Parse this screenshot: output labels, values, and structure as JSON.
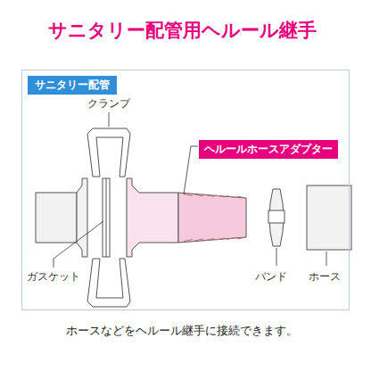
{
  "diagram": {
    "title": "サニタリー配管用ヘルール継手",
    "caption": "ホースなどをヘルール継手に接続できます。",
    "nodes": [
      {
        "text": [
          "サニタリー配管"
        ]
      },
      {
        "text": [
          "ヘルールホースアダプター"
        ],
        "in": 0
      }
    ],
    "labels": [
      "クランプ",
      "ガスケット",
      "バンド",
      "ホース"
    ]
  }
}
